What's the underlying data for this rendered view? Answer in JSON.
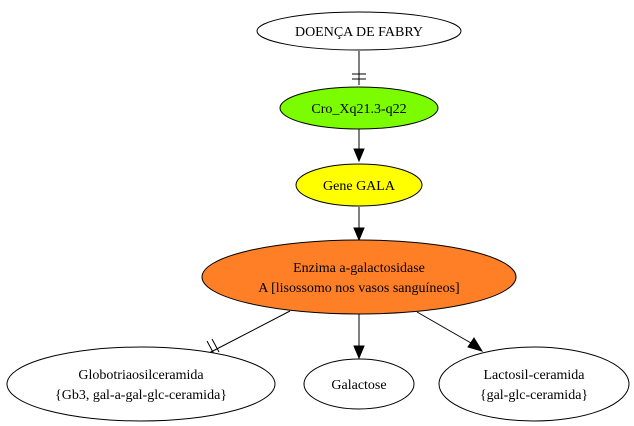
{
  "nodes": {
    "fabry": {
      "label": "DOENÇA DE FABRY",
      "fill": "#ffffff"
    },
    "chromosome": {
      "label": "Cro_Xq21.3-q22",
      "fill": "#7cfc00"
    },
    "gene": {
      "label": "Gene GALA",
      "fill": "#ffff00"
    },
    "enzyme": {
      "line1": "Enzima a-galactosidase",
      "line2": "A [lisossomo nos vasos sanguíneos]",
      "fill": "#ff7f27"
    },
    "globo": {
      "line1": "Globotriaosilceramida",
      "line2": "{Gb3, gal-a-gal-glc-ceramida}",
      "fill": "#ffffff"
    },
    "galactose": {
      "label": "Galactose",
      "fill": "#ffffff"
    },
    "lactosil": {
      "line1": "Lactosil-ceramida",
      "line2": "{gal-glc-ceramida}",
      "fill": "#ffffff"
    }
  }
}
